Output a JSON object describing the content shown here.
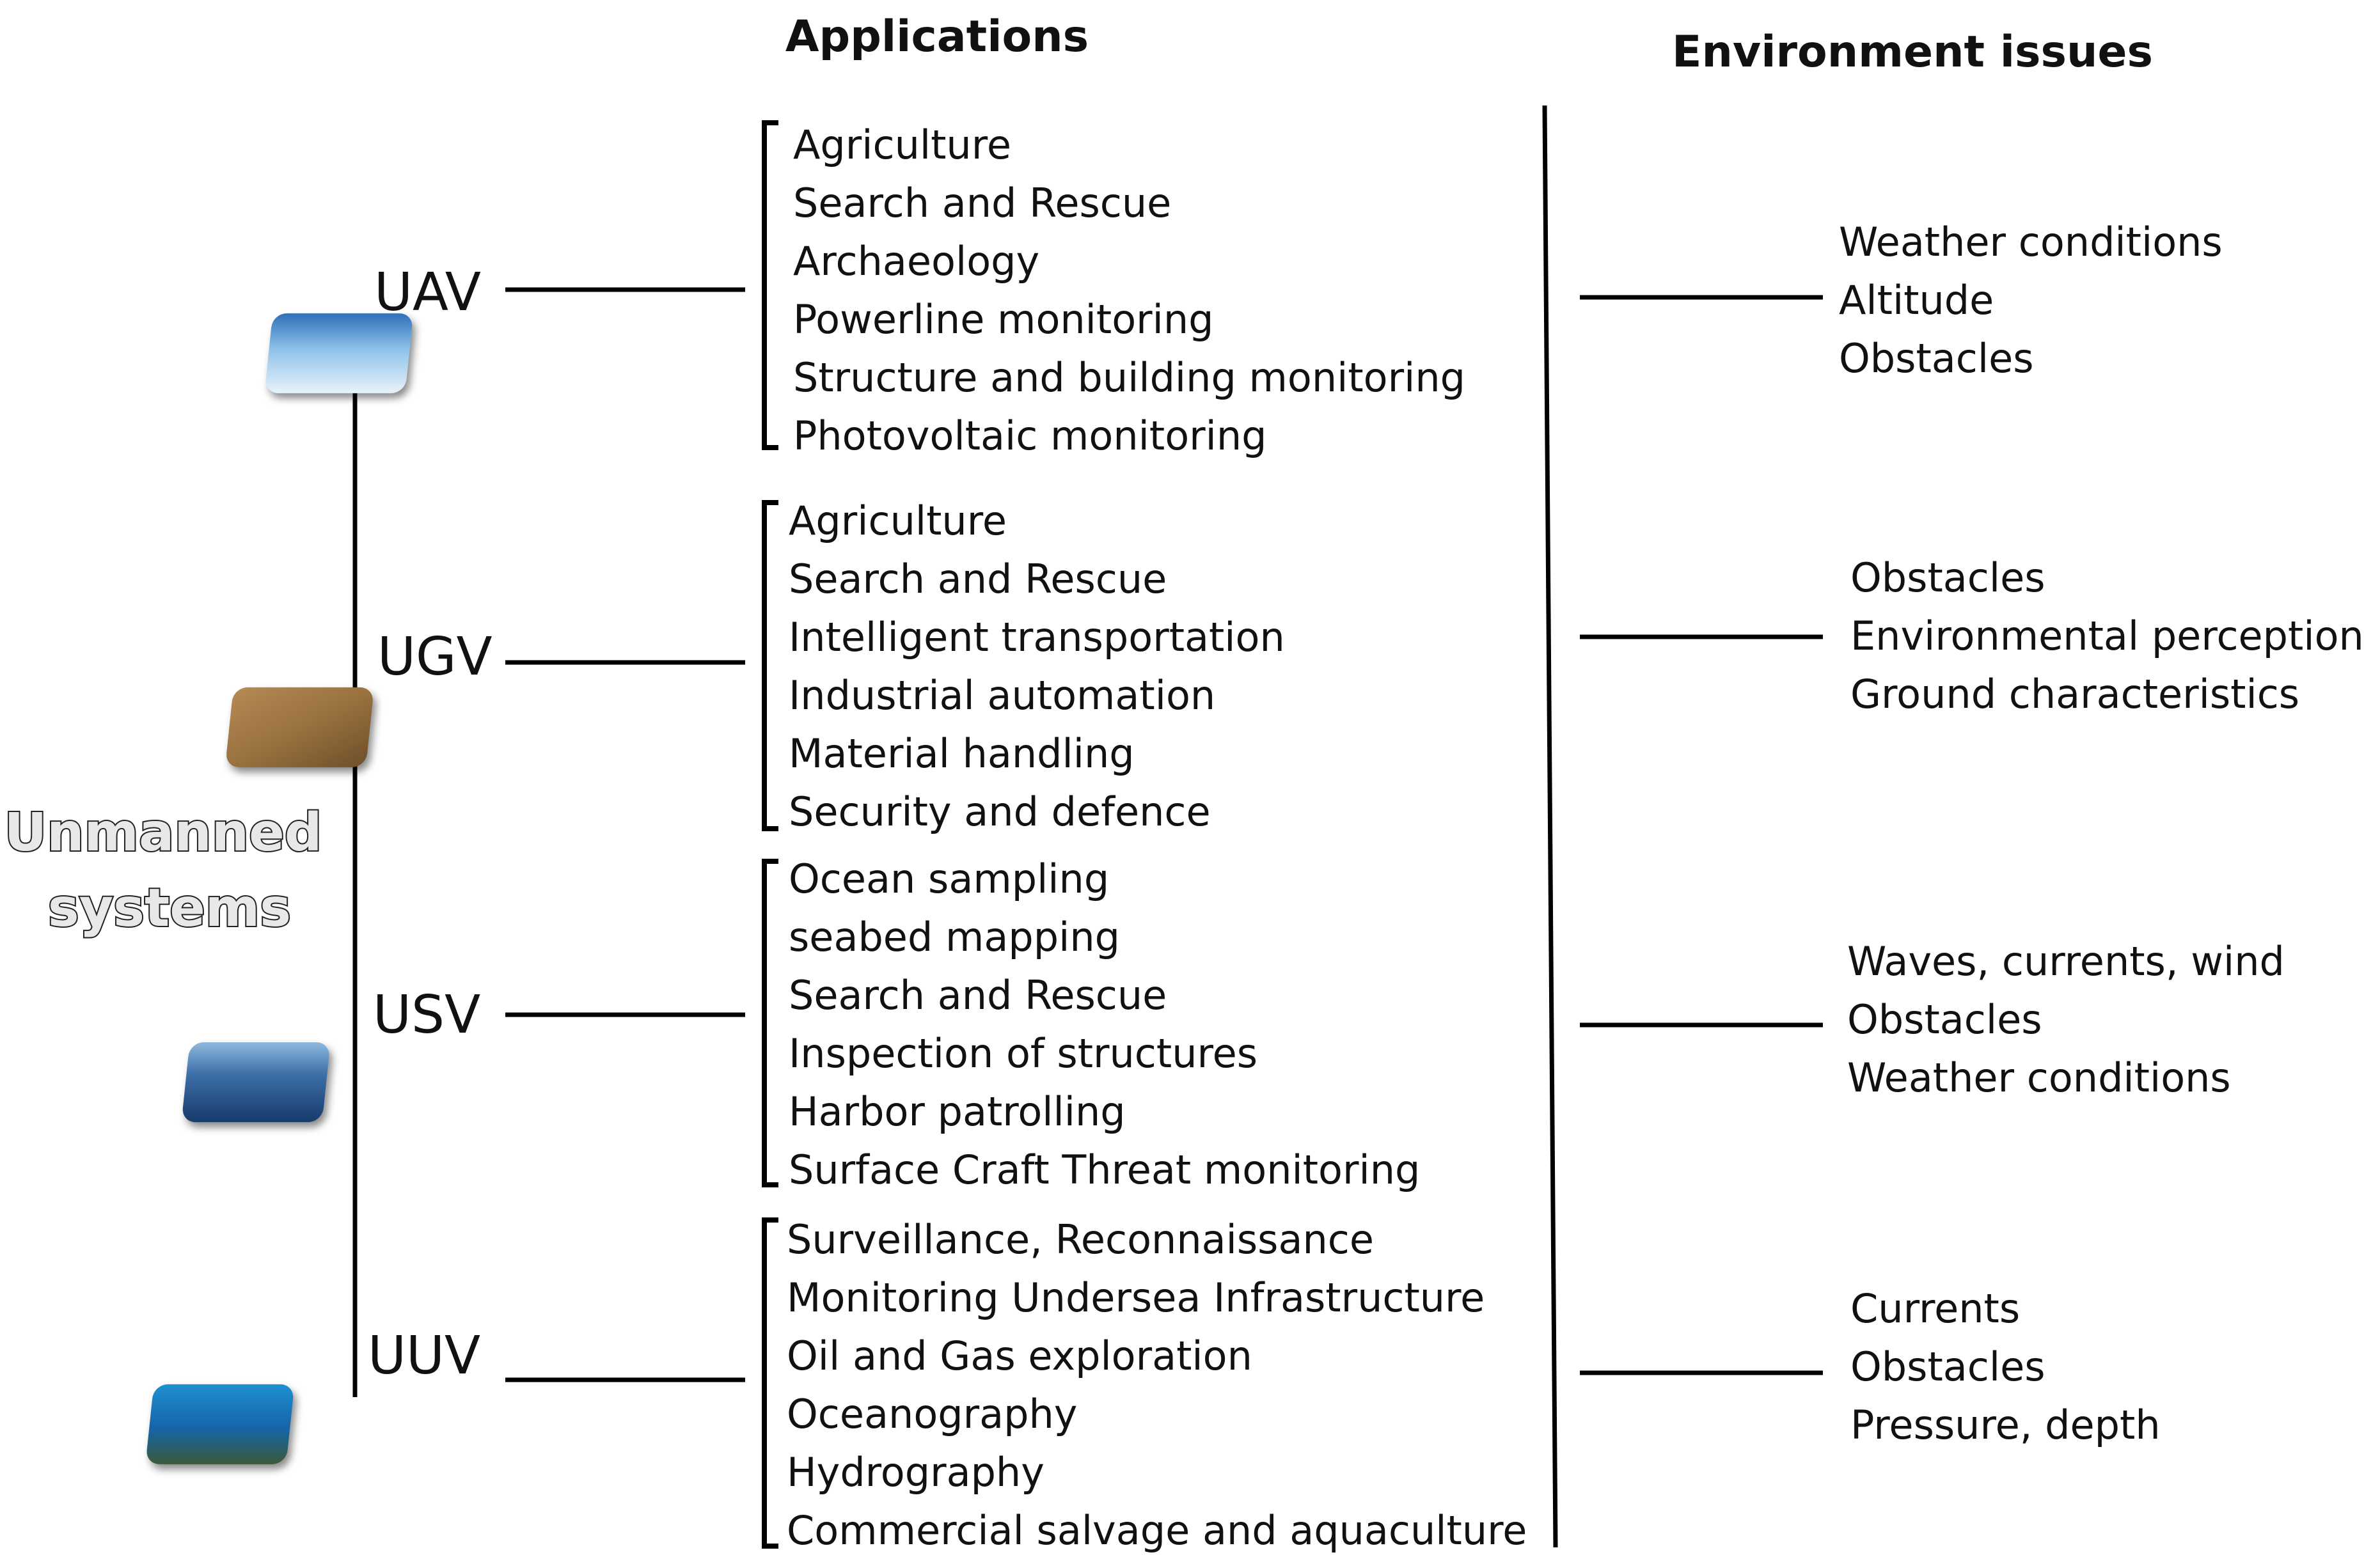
{
  "headers": {
    "applications": "Applications",
    "environment": "Environment issues"
  },
  "root": {
    "line1": "Unmanned",
    "line2": "systems"
  },
  "groups": [
    {
      "vehicle": "UAV",
      "tile": "sky",
      "applications": [
        "Agriculture",
        "Search and Rescue",
        "Archaeology",
        "Powerline monitoring",
        "Structure and building monitoring",
        "Photovoltaic monitoring"
      ],
      "issues": [
        "Weather conditions",
        "Altitude",
        "Obstacles"
      ]
    },
    {
      "vehicle": "UGV",
      "tile": "ground",
      "applications": [
        "Agriculture",
        "Search and Rescue",
        "Intelligent transportation",
        "Industrial automation",
        "Material handling",
        "Security and defence"
      ],
      "issues": [
        "Obstacles",
        "Environmental perception",
        "Ground characteristics"
      ]
    },
    {
      "vehicle": "USV",
      "tile": "sea-surface",
      "applications": [
        "Ocean sampling",
        "seabed mapping",
        "Search and Rescue",
        "Inspection of structures",
        "Harbor patrolling",
        "Surface Craft Threat monitoring"
      ],
      "issues": [
        "Waves, currents, wind",
        "Obstacles",
        "Weather conditions"
      ]
    },
    {
      "vehicle": "UUV",
      "tile": "underwater",
      "applications": [
        "Surveillance, Reconnaissance",
        "Monitoring Undersea Infrastructure",
        "Oil and Gas exploration",
        "Oceanography",
        "Hydrography",
        "Commercial salvage and aquaculture"
      ],
      "issues": [
        "Currents",
        "Obstacles",
        "Pressure, depth"
      ]
    }
  ]
}
